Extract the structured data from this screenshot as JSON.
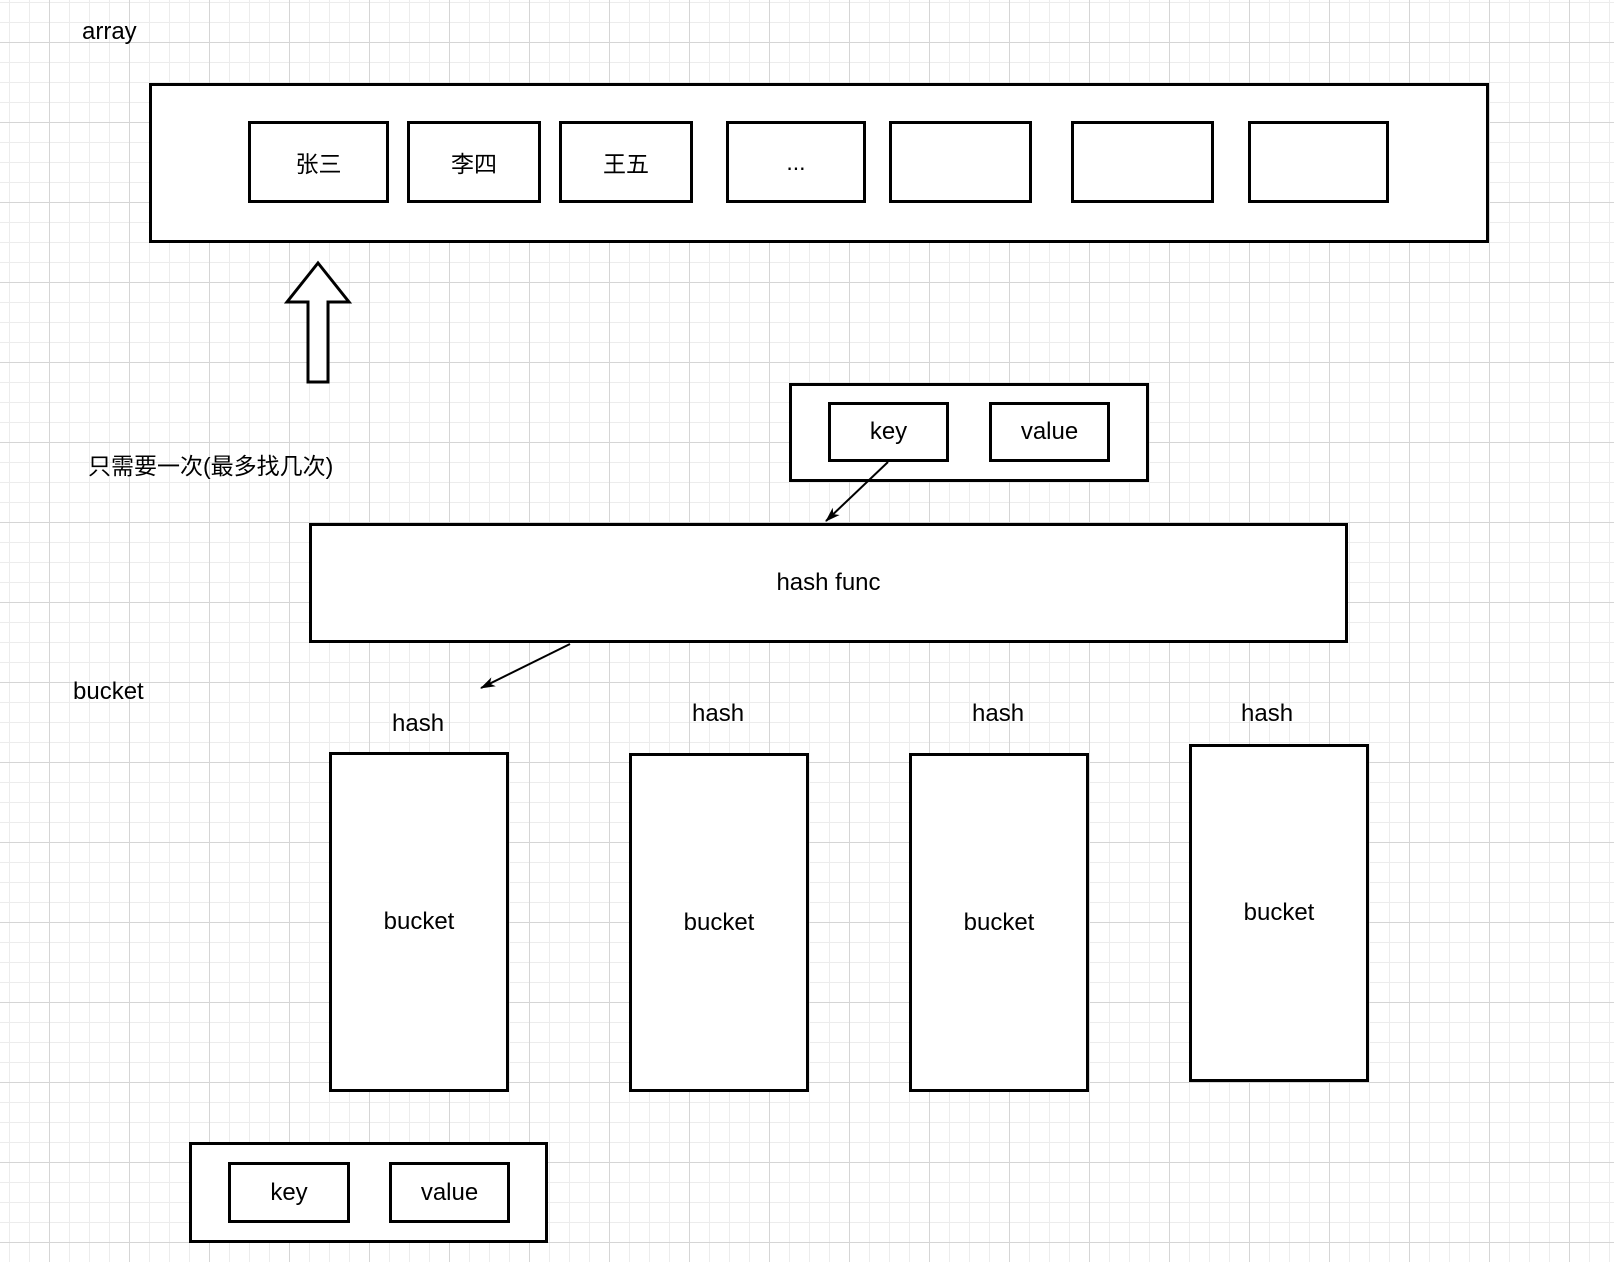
{
  "labels": {
    "array": "array",
    "note": "只需要一次(最多找几次)",
    "bucket": "bucket"
  },
  "array": {
    "cells": [
      "张三",
      "李四",
      "王五",
      "...",
      "",
      "",
      ""
    ]
  },
  "kv_top": {
    "key": "key",
    "value": "value"
  },
  "hash_func": {
    "label": "hash func"
  },
  "buckets": [
    {
      "hash": "hash",
      "name": "bucket"
    },
    {
      "hash": "hash",
      "name": "bucket"
    },
    {
      "hash": "hash",
      "name": "bucket"
    },
    {
      "hash": "hash",
      "name": "bucket"
    }
  ],
  "kv_bottom": {
    "key": "key",
    "value": "value"
  },
  "colors": {
    "stroke": "#000000",
    "background": "#ffffff",
    "grid_minor": "#ececec",
    "grid_major": "#d5d5d5"
  }
}
